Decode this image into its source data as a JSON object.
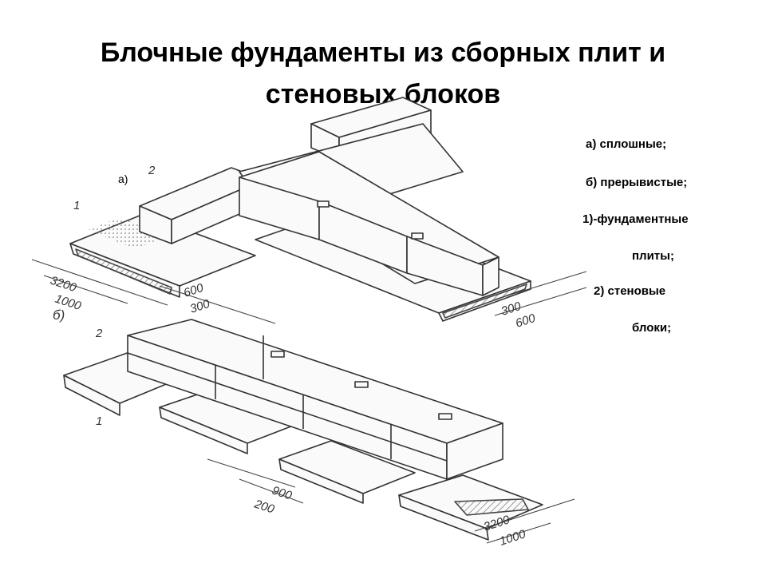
{
  "slide": {
    "title_line1": "Блочные  фундаменты из сборных плит и",
    "title_line2": "стеновых блоков"
  },
  "labels": {
    "part_a": "а)"
  },
  "legend": [
    "а) сплошные;",
    "б)  прерывистые;",
    "1)-фундаментные",
    "плиты;",
    "2) стеновые",
    "блоки;"
  ],
  "drawing": {
    "dims_a": [
      "3200",
      "1000",
      "600",
      "300",
      "300",
      "600"
    ],
    "dims_b": [
      "900",
      "200",
      "3200",
      "1000"
    ],
    "callouts": [
      "1",
      "2",
      "б)",
      "2",
      "1"
    ]
  }
}
